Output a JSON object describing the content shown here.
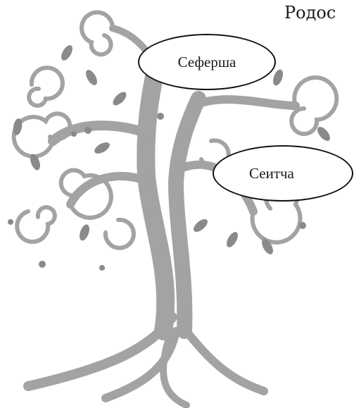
{
  "title": "Родос",
  "ovals": [
    {
      "label": "Сеферша"
    },
    {
      "label": "Сеитча"
    }
  ],
  "colors": {
    "tree": "#a3a3a3",
    "tree_dark": "#8a8a8a",
    "outline": "#111111"
  },
  "icons": {
    "tree": "ornamental-tree-illustration"
  }
}
